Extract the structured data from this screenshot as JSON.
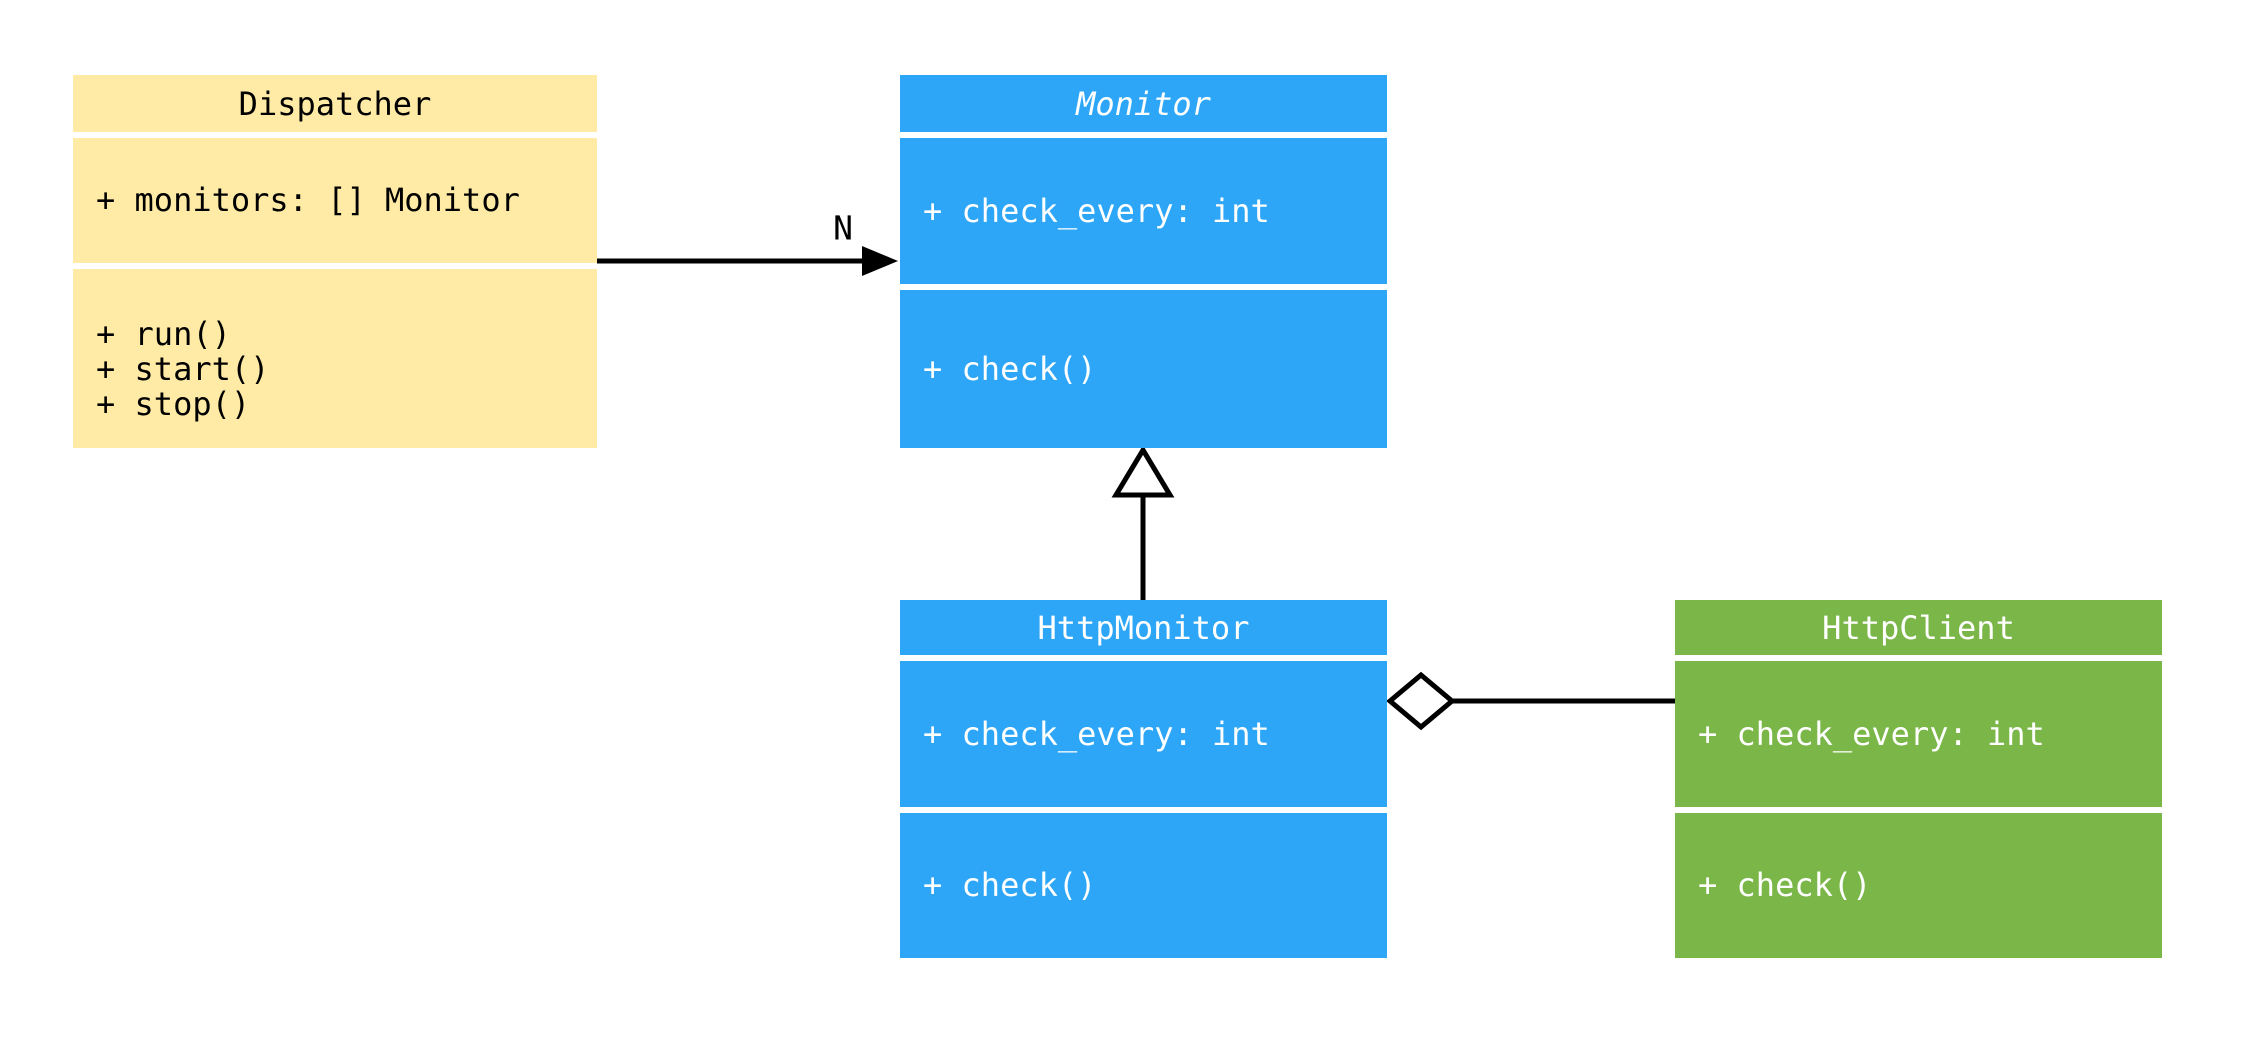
{
  "diagram": {
    "classes": [
      {
        "name": "Dispatcher",
        "abstract": false,
        "fill": "#FFEBA6",
        "text_color": "#000000",
        "attributes": [
          "+ monitors: [] Monitor"
        ],
        "methods": [
          "+ run()",
          "+ start()",
          "+ stop()"
        ]
      },
      {
        "name": "Monitor",
        "abstract": true,
        "fill": "#2EA6F8",
        "text_color": "#FFFFFF",
        "attributes": [
          "+ check_every: int"
        ],
        "methods": [
          "+ check()"
        ]
      },
      {
        "name": "HttpMonitor",
        "abstract": false,
        "fill": "#2EA6F8",
        "text_color": "#FFFFFF",
        "attributes": [
          "+ check_every: int"
        ],
        "methods": [
          "+ check()"
        ]
      },
      {
        "name": "HttpClient",
        "abstract": false,
        "fill": "#7AB648",
        "text_color": "#FFFFFF",
        "attributes": [
          "+ check_every: int"
        ],
        "methods": [
          "+ check()"
        ]
      }
    ],
    "relationships": [
      {
        "type": "association",
        "from": "Dispatcher",
        "to": "Monitor",
        "label": "N",
        "arrow": "filled-arrowhead"
      },
      {
        "type": "inheritance",
        "from": "HttpMonitor",
        "to": "Monitor",
        "label": "",
        "arrow": "hollow-triangle"
      },
      {
        "type": "aggregation",
        "from": "HttpMonitor",
        "to": "HttpClient",
        "label": "",
        "arrow": "hollow-diamond"
      }
    ],
    "colors": {
      "yellow_class": "#FFEBA6",
      "blue_class": "#2EA6F8",
      "green_class": "#7AB648",
      "line": "#000000",
      "background": "#FFFFFF"
    }
  }
}
